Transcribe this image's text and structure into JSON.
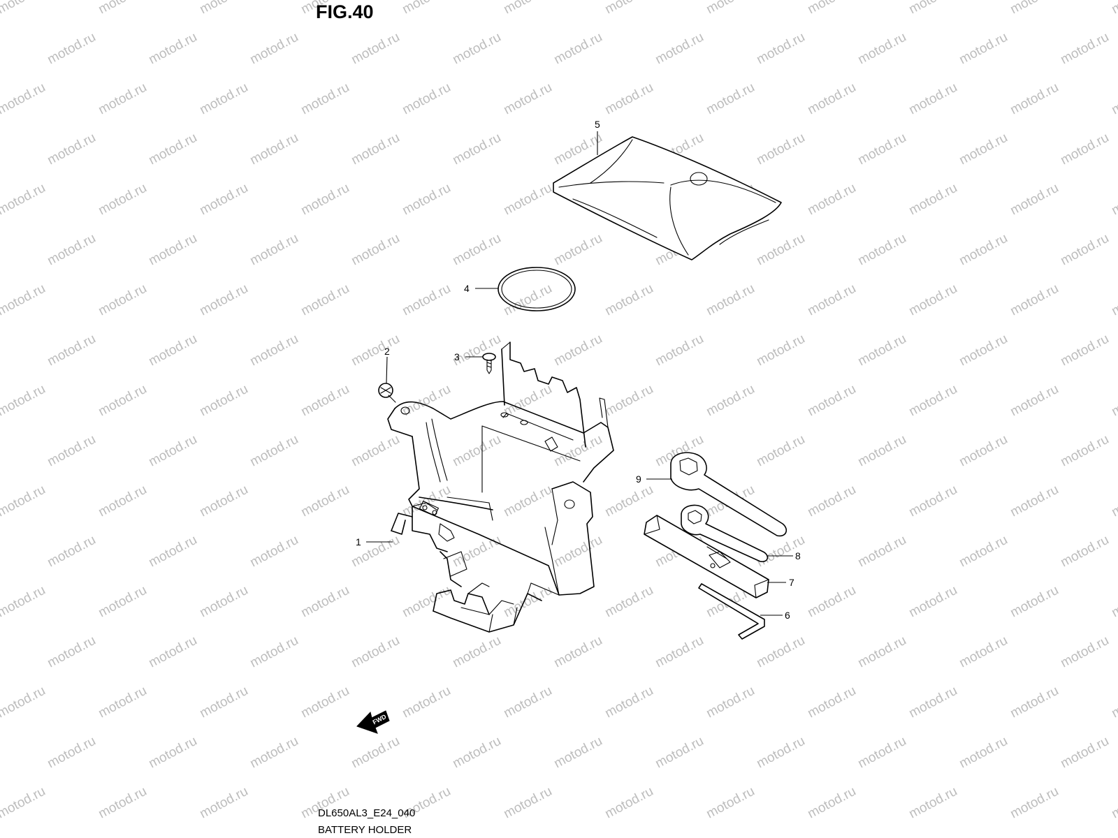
{
  "figure": {
    "title": "FIG.40",
    "code": "DL650AL3_E24_040",
    "name": "BATTERY HOLDER"
  },
  "watermark": "motod.ru",
  "fwd_label": "FWD",
  "callouts": [
    {
      "id": "1",
      "label": "1"
    },
    {
      "id": "2",
      "label": "2"
    },
    {
      "id": "3",
      "label": "3"
    },
    {
      "id": "4",
      "label": "4"
    },
    {
      "id": "5",
      "label": "5"
    },
    {
      "id": "6",
      "label": "6"
    },
    {
      "id": "7",
      "label": "7"
    },
    {
      "id": "8",
      "label": "8"
    },
    {
      "id": "9",
      "label": "9"
    }
  ]
}
